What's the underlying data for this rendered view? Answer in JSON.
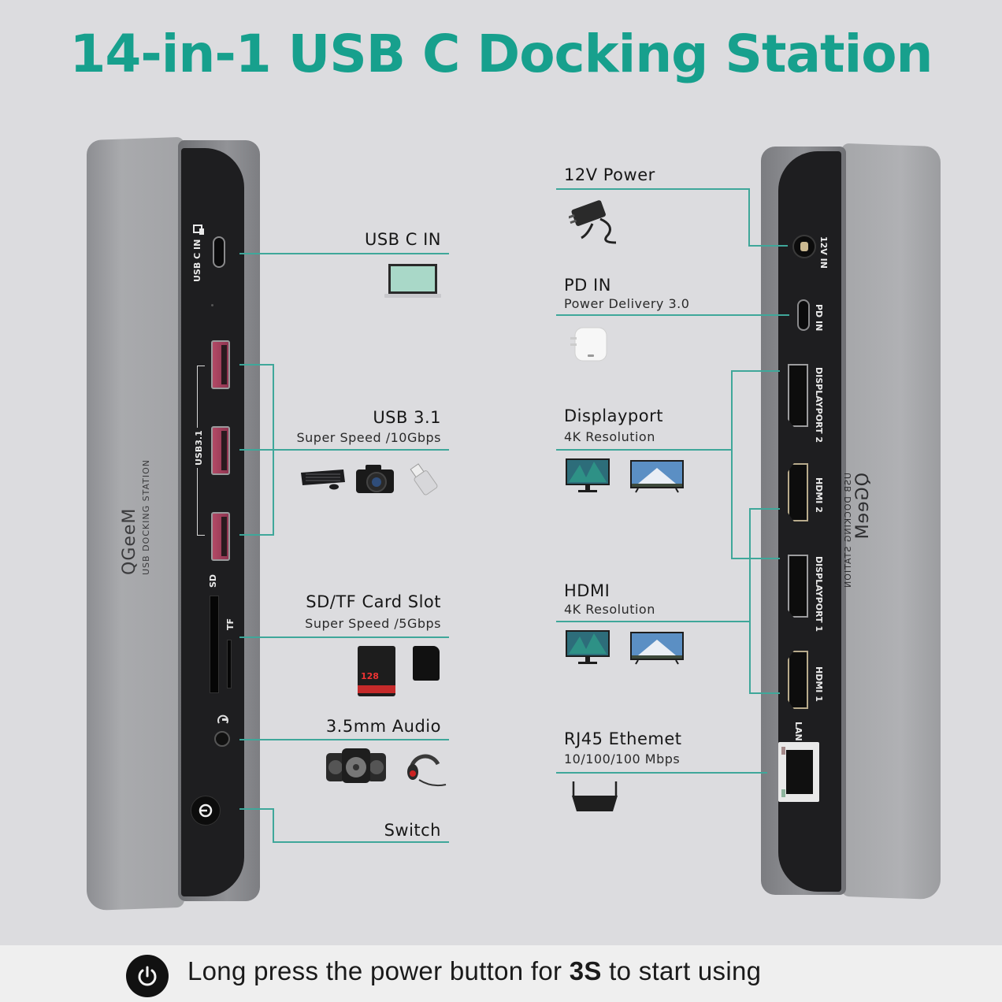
{
  "title": "14-in-1 USB C Docking Station",
  "colors": {
    "accent_teal": "#17a08d",
    "leader_line": "#3fa79a",
    "background": "#dcdcdf",
    "footer_background": "#efefef",
    "device_panel": "#1e1e20",
    "usb_port_red": "#b24a66"
  },
  "left_device": {
    "brand": "QGeeM",
    "brand_sub": "USB DOCKING STATION",
    "port_labels": {
      "usb_c_in": "USB C IN",
      "usb31": "USB3.1",
      "sd": "SD",
      "tf": "TF"
    }
  },
  "right_device": {
    "brand": "QGeeM",
    "brand_sub": "USB DOCKING STATION",
    "port_labels": {
      "dc_in": "12V IN",
      "pd_in": "PD IN",
      "displayport2": "DISPLAYPORT 2",
      "hdmi2": "HDMI 2",
      "displayport1": "DISPLAYPORT 1",
      "hdmi1": "HDMI 1",
      "lan": "LAN"
    }
  },
  "left_features": [
    {
      "title": "USB C IN",
      "subtitle": "",
      "icons": [
        "laptop-icon"
      ]
    },
    {
      "title": "USB 3.1",
      "subtitle": "Super Speed /10Gbps",
      "icons": [
        "keyboard-mouse-icon",
        "camera-icon",
        "usb-flash-drive-icon"
      ]
    },
    {
      "title": "SD/TF Card Slot",
      "subtitle": "Super Speed /5Gbps",
      "icons": [
        "sd-card-icon",
        "microsd-card-icon"
      ],
      "sd_card_capacity": "128"
    },
    {
      "title": "3.5mm Audio",
      "subtitle": "",
      "icons": [
        "speakers-icon",
        "headphones-icon"
      ]
    },
    {
      "title": "Switch",
      "subtitle": "",
      "icons": []
    }
  ],
  "right_features": [
    {
      "title": "12V Power",
      "subtitle": "",
      "icons": [
        "power-adapter-icon"
      ]
    },
    {
      "title": "PD IN",
      "subtitle": "Power Delivery 3.0",
      "icons": [
        "usb-c-charger-icon"
      ]
    },
    {
      "title": "Displayport",
      "subtitle": "4K Resolution",
      "icons": [
        "monitor-icon",
        "tv-icon"
      ]
    },
    {
      "title": "HDMI",
      "subtitle": "4K Resolution",
      "icons": [
        "monitor-icon",
        "tv-icon"
      ]
    },
    {
      "title": "RJ45 Ethemet",
      "subtitle": "10/100/100 Mbps",
      "icons": [
        "router-icon"
      ]
    }
  ],
  "footer": {
    "text_before": "Long press the power button for ",
    "text_bold": "3S",
    "text_after": " to start using"
  }
}
